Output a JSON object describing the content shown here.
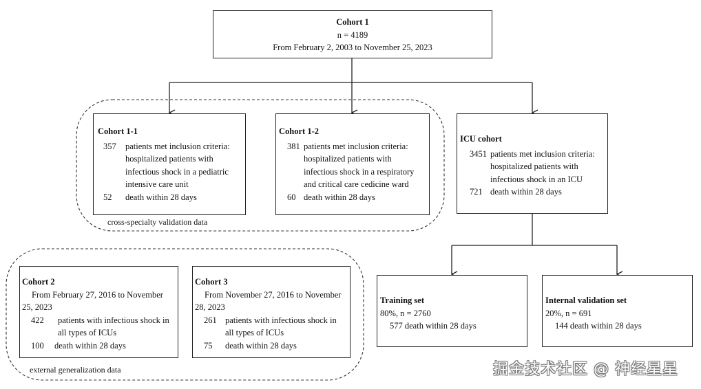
{
  "cohort1": {
    "title": "Cohort 1",
    "n": "n = 4189",
    "period": "From February 2, 2003 to November 25, 2023"
  },
  "cohort1_1": {
    "title": "Cohort 1-1",
    "inclusion_count": "357",
    "inclusion_text": "patients met inclusion criteria: hospitalized patients with infectious shock in a pediatric intensive care unit",
    "death_count": "52",
    "death_text": "death within 28 days"
  },
  "cohort1_2": {
    "title": "Cohort 1-2",
    "inclusion_count": "381",
    "inclusion_text": "patients met inclusion criteria: hospitalized patients with infectious shock in a respiratory and critical care cedicine ward",
    "death_count": "60",
    "death_text": "death within 28 days"
  },
  "icu_cohort": {
    "title": "ICU cohort",
    "inclusion_count": "3451",
    "inclusion_text": "patients met inclusion criteria: hospitalized patients with infectious shock in an ICU",
    "death_count": "721",
    "death_text": "death within 28 days"
  },
  "cross_specialty_label": "cross-specialty validation data",
  "cohort2": {
    "title": "Cohort 2",
    "period": "From February 27, 2016 to November 25, 2023",
    "patients_count": "422",
    "patients_text": "patients with infectious shock in all types of ICUs",
    "death_count": "100",
    "death_text": "death within 28 days"
  },
  "cohort3": {
    "title": "Cohort 3",
    "period": "From November 27, 2016 to November 28, 2023",
    "patients_count": "261",
    "patients_text": "patients with infectious shock in all types of ICUs",
    "death_count": "75",
    "death_text": "death within 28 days"
  },
  "external_label": "external generalization data",
  "training_set": {
    "title": "Training set",
    "split": "80%, n = 2760",
    "death": "577 death within 28 days"
  },
  "internal_validation_set": {
    "title": "Internal validation set",
    "split": "20%, n = 691",
    "death": "144 death within 28 days"
  },
  "watermark": "掘金技术社区 @ 神经星星",
  "colors": {
    "line": "#222222",
    "dashed": "#333333",
    "text": "#111111"
  }
}
